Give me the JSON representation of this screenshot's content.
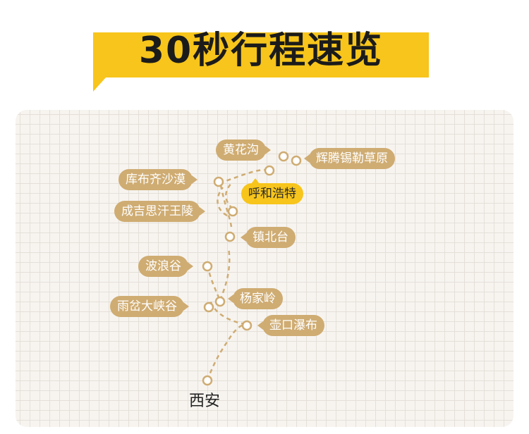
{
  "banner": {
    "title": "30秒行程速览",
    "color": "#f7c51b"
  },
  "route": {
    "line_color": "#cfac72",
    "stops": [
      {
        "id": "xian",
        "label": "西安"
      },
      {
        "id": "hukou",
        "label": "壶口瀑布"
      },
      {
        "id": "yujiuling",
        "label": "杨家岭"
      },
      {
        "id": "yucha",
        "label": "雨岔大峡谷"
      },
      {
        "id": "bolanggu",
        "label": "波浪谷"
      },
      {
        "id": "zhenbeitai",
        "label": "镇北台"
      },
      {
        "id": "chengjisihan",
        "label": "成吉思汗王陵"
      },
      {
        "id": "kubuqi",
        "label": "库布齐沙漠"
      },
      {
        "id": "huhehaote",
        "label": "呼和浩特"
      },
      {
        "id": "huanghuagou",
        "label": "黄花沟"
      },
      {
        "id": "huiteng",
        "label": "辉腾锡勒草原"
      }
    ]
  }
}
